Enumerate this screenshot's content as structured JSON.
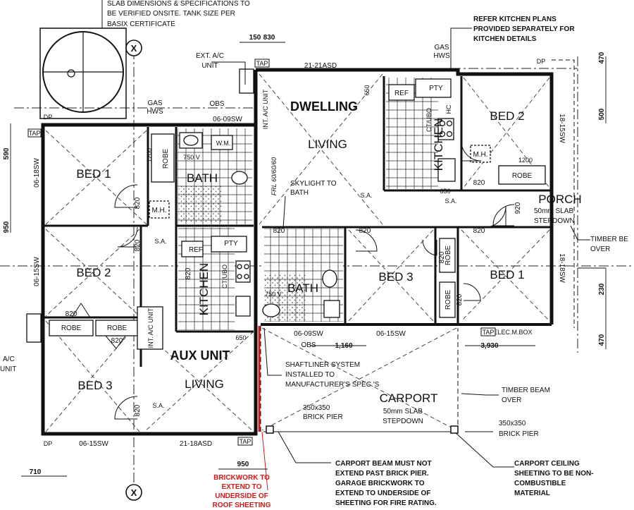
{
  "notes": {
    "slab": [
      "SLAB DIMENSIONS & SPECIFICATIONS TO",
      "BE VERIFIED ONSITE. TANK SIZE PER",
      "BASIX CERTIFICATE"
    ],
    "kitchen_plans": [
      "REFER KITCHEN PLANS",
      "PROVIDED SEPARATELY FOR",
      "KITCHEN DETAILS"
    ],
    "skylight": [
      "SKYLIGHT TO",
      "BATH"
    ],
    "shaftliner": [
      "SHAFTLINER SYSTEM",
      "INSTALLED TO",
      "MANUFACTURER'S SPEC.'S"
    ],
    "carport_beam": [
      "CARPORT BEAM MUST NOT",
      "EXTEND PAST BRICK PIER.",
      "GARAGE BRICKWORK TO",
      "EXTEND TO UNDERSIDE OF",
      "SHEETING FOR FIRE RATING."
    ],
    "carport_ceiling": [
      "CARPORT CEILING",
      "SHEETING TO BE NON-",
      "COMBUSTIBLE",
      "MATERIAL"
    ],
    "brickwork_red": [
      "BRICKWORK TO",
      "EXTEND TO",
      "UNDERSIDE OF",
      "ROOF SHEETING"
    ],
    "timber_beam_right": [
      "TIMBER BE",
      "OVER"
    ],
    "timber_beam_carport": [
      "TIMBER BEAM",
      "OVER"
    ],
    "pier1": [
      "350x350",
      "BRICK PIER"
    ],
    "pier2": [
      "350x350",
      "BRICK PIER"
    ],
    "porch_slab": [
      "50mm SLAB",
      "STEPDOWN"
    ],
    "carport_slab": [
      "50mm SLAB",
      "STEPDOWN"
    ],
    "ac_unit_top": [
      "EXT. A/C",
      "UNIT"
    ],
    "ac_unit_left": [
      "A/C",
      "UNIT"
    ],
    "gas_left": [
      "GAS",
      "HWS"
    ],
    "gas_right": [
      "GAS",
      "HWS"
    ]
  },
  "rooms": {
    "dwelling": "DWELLING",
    "living_main": "LIVING",
    "kitchen_main": "KITCHEN",
    "bed2_main": "BED 2",
    "porch": "PORCH",
    "bed3_main": "BED 3",
    "bed1_main": "BED 1",
    "bath_main": "BATH",
    "carport": "CARPORT",
    "bed1_aux": "BED 1",
    "bath_aux": "BATH",
    "bed2_aux": "BED 2",
    "kitchen_aux": "KITCHEN",
    "aux_unit": "AUX UNIT",
    "living_aux": "LIVING",
    "bed3_aux": "BED 3"
  },
  "labels": {
    "robe": "ROBE",
    "pty": "PTY",
    "ref": "REF",
    "mh": "M.H.",
    "sa": "S.A.",
    "wm": "W.M.",
    "tap": "TAP",
    "dp": "DP",
    "obs": "OBS",
    "hc": "HC",
    "ctubo": "CT/UBO",
    "wh750": "750 V",
    "int_ac": "INT. A/C UNIT",
    "frl": "FRL 60/60/60",
    "elec": "ELEC.M.BOX",
    "grid_x": "X"
  },
  "windows": {
    "w1": "21-21ASD",
    "w2": "06-09SW",
    "w3": "06-18SW",
    "w4": "06-15SW",
    "w5": "18-15SW",
    "w6": "18-18SW",
    "w7": "06-09SW",
    "w8": "06-15SW",
    "w9": "06-15SW",
    "w10": "21-18ASD"
  },
  "dims": {
    "d150": "150",
    "d830": "830",
    "d470a": "470",
    "d500": "500",
    "d590": "590",
    "d950a": "950",
    "d1200a": "1200",
    "d1200b": "1200",
    "d820": "820",
    "d650a": "650",
    "d650b": "650",
    "d650c": "650",
    "d920": "920",
    "d1160": "1,160",
    "d3930": "3,930",
    "d230": "230",
    "d470b": "470",
    "d710": "710",
    "d950b": "950"
  }
}
